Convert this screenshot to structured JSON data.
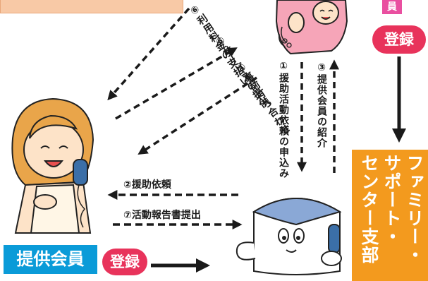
{
  "top_banner": {
    "color": "#f8c9a6"
  },
  "corner_tag": {
    "text": "員"
  },
  "arrows": {
    "a1": "①援助活動依頼の申込み",
    "a2": "②援助依頼",
    "a3": "③提供会員の紹介",
    "a4": "④事前打ち合わせ",
    "a5": "⑤サービスの提供",
    "a6": "⑥利用料金の支払い",
    "a7": "⑦活動報告書提出"
  },
  "badges": {
    "register_top": "登録",
    "register_bottom": "登録"
  },
  "provider_label": "提供会員",
  "center": {
    "col1": "ファミリー・",
    "col2": "サポート・",
    "col3": "センター支部"
  },
  "colors": {
    "accent_pink": "#e8335b",
    "provider_blue": "#0a9bd8",
    "center_orange": "#f39a1e"
  }
}
